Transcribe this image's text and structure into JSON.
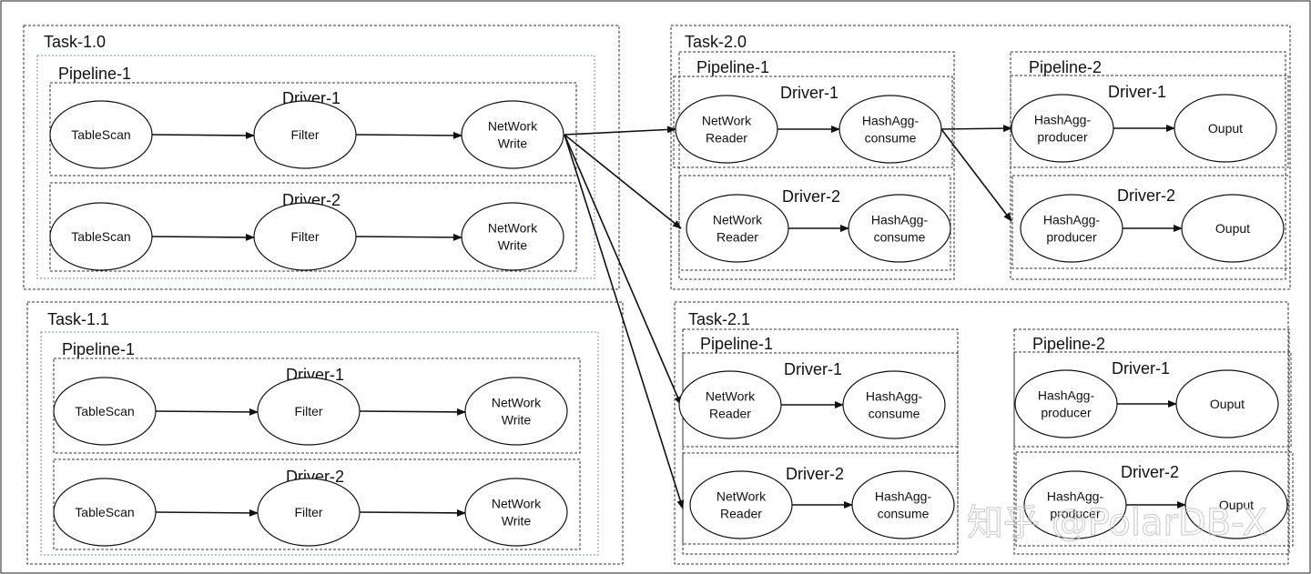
{
  "tasks": [
    {
      "label": "Task-1.0",
      "pipelines": [
        {
          "label": "Pipeline-1",
          "drivers": [
            {
              "label": "Driver-1",
              "nodes": [
                "TableScan",
                "Filter",
                "NetWork\nWrite"
              ]
            },
            {
              "label": "Driver-2",
              "nodes": [
                "TableScan",
                "Filter",
                "NetWork\nWrite"
              ]
            }
          ]
        }
      ]
    },
    {
      "label": "Task-1.1",
      "pipelines": [
        {
          "label": "Pipeline-1",
          "drivers": [
            {
              "label": "Driver-1",
              "nodes": [
                "TableScan",
                "Filter",
                "NetWork\nWrite"
              ]
            },
            {
              "label": "Driver-2",
              "nodes": [
                "TableScan",
                "Filter",
                "NetWork\nWrite"
              ]
            }
          ]
        }
      ]
    },
    {
      "label": "Task-2.0",
      "pipelines": [
        {
          "label": "Pipeline-1",
          "drivers": [
            {
              "label": "Driver-1",
              "nodes": [
                "NetWork\nReader",
                "HashAgg-\nconsume"
              ]
            },
            {
              "label": "Driver-2",
              "nodes": [
                "NetWork\nReader",
                "HashAgg-\nconsume"
              ]
            }
          ]
        },
        {
          "label": "Pipeline-2",
          "drivers": [
            {
              "label": "Driver-1",
              "nodes": [
                "HashAgg-\nproducer",
                "Ouput"
              ]
            },
            {
              "label": "Driver-2",
              "nodes": [
                "HashAgg-\nproducer",
                "Ouput"
              ]
            }
          ]
        }
      ]
    },
    {
      "label": "Task-2.1",
      "pipelines": [
        {
          "label": "Pipeline-1",
          "drivers": [
            {
              "label": "Driver-1",
              "nodes": [
                "NetWork\nReader",
                "HashAgg-\nconsume"
              ]
            },
            {
              "label": "Driver-2",
              "nodes": [
                "NetWork\nReader",
                "HashAgg-\nconsume"
              ]
            }
          ]
        },
        {
          "label": "Pipeline-2",
          "drivers": [
            {
              "label": "Driver-1",
              "nodes": [
                "HashAgg-\nproducer",
                "Ouput"
              ]
            },
            {
              "label": "Driver-2",
              "nodes": [
                "HashAgg-\nproducer",
                "Ouput"
              ]
            }
          ]
        }
      ]
    }
  ],
  "watermark": "知乎 @PolarDB-X"
}
